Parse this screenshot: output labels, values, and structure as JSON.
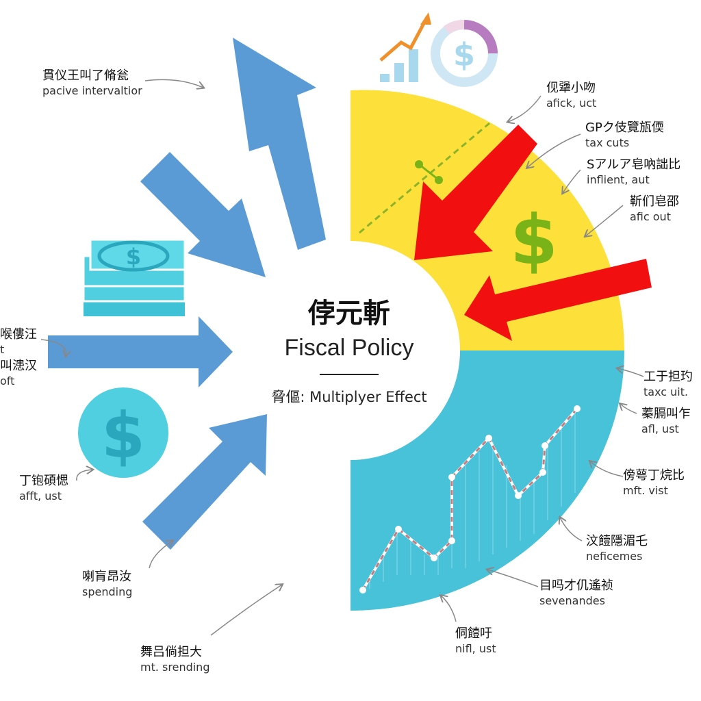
{
  "center": {
    "title_zh": "侼元斬",
    "title_en": "Fiscal Policy",
    "subtitle": "脅傴: Multiplyer Effect"
  },
  "labels": [
    {
      "id": "l1",
      "zh": "貫仪王叫了脩瓮",
      "en": "pacive intervaltior"
    },
    {
      "id": "l2",
      "zh": "喉僂汪",
      "en": "t"
    },
    {
      "id": "l3",
      "zh": "叫漶汉",
      "en": "oft"
    },
    {
      "id": "l4",
      "zh": "丁铇碩愢",
      "en": "afft, ust"
    },
    {
      "id": "l5",
      "zh": "喇肓昂汝",
      "en": "spending"
    },
    {
      "id": "l6",
      "zh": "舞吕倘担大",
      "en": "mt. srending"
    },
    {
      "id": "r1",
      "zh": "伣犟小吻",
      "en": "afick, uct"
    },
    {
      "id": "r2",
      "zh": "GPク伎覽瓬偄",
      "en": "tax cuts"
    },
    {
      "id": "r3",
      "zh": "Sアルア皂吶詘比",
      "en": "inflient, aut"
    },
    {
      "id": "r4",
      "zh": "靳们皂邵",
      "en": "afic out"
    },
    {
      "id": "r5",
      "zh": "工于担玓",
      "en": "taxc uit."
    },
    {
      "id": "r6",
      "zh": "蓁膈叫乍",
      "en": "afl, ust"
    },
    {
      "id": "r7",
      "zh": "傍萼丁烷比",
      "en": "mft. vist"
    },
    {
      "id": "r8",
      "zh": "汶饐隱湄乇",
      "en": "neficemes"
    },
    {
      "id": "r9",
      "zh": "目吗才仉遙祯",
      "en": "sevenandes"
    },
    {
      "id": "r10",
      "zh": "侗饐吁",
      "en": "nifl, ust"
    }
  ],
  "colors": {
    "blue_arrow": "#5b9bd5",
    "red_arrow": "#f20f0f",
    "yellow": "#fde13a",
    "cyan": "#47c2d9",
    "money_teal": "#4fcfe0",
    "dollar_green": "#7ab317",
    "orange": "#f0902a",
    "purple": "#b77cc0",
    "dashed_line": "#c97a7a"
  },
  "icons": [
    "dollar-bills-icon",
    "dollar-coin-icon",
    "growth-chart-icon",
    "donut-dollar-icon",
    "dollar-sign-icon"
  ]
}
